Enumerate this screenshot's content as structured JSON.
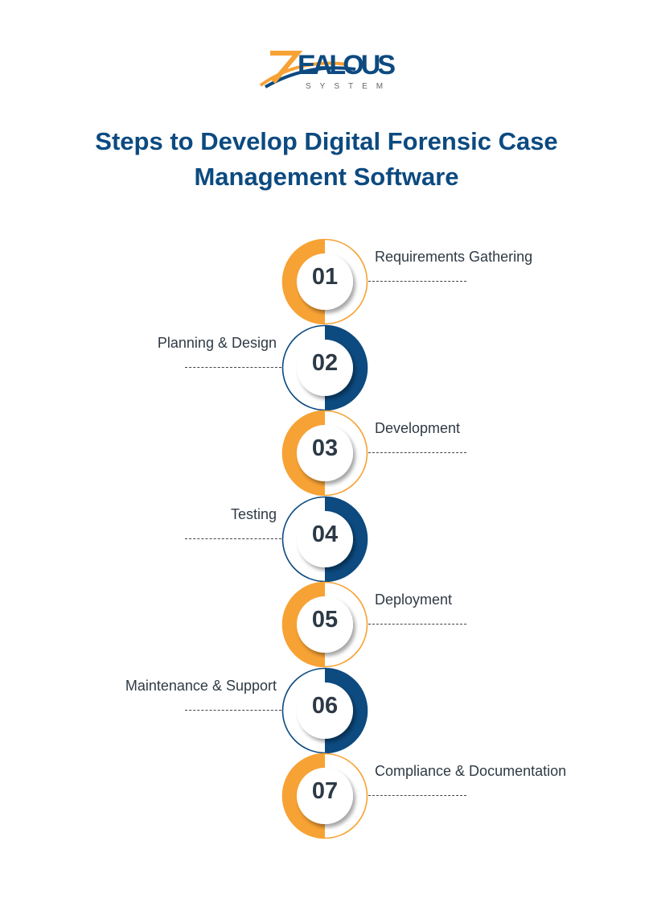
{
  "brand": {
    "logo_text": "ZEALOUS",
    "logo_sub": "SYSTEM"
  },
  "title": {
    "line1": "Steps to Develop Digital Forensic Case",
    "line2": "Management Software"
  },
  "colors": {
    "orange": "#F7A234",
    "blue": "#0C4A80",
    "text": "#2D3A46"
  },
  "steps": [
    {
      "num": "01",
      "label": "Requirements Gathering"
    },
    {
      "num": "02",
      "label": "Planning & Design"
    },
    {
      "num": "03",
      "label": "Development"
    },
    {
      "num": "04",
      "label": "Testing"
    },
    {
      "num": "05",
      "label": "Deployment"
    },
    {
      "num": "06",
      "label": "Maintenance & Support"
    },
    {
      "num": "07",
      "label": "Compliance & Documentation"
    }
  ]
}
